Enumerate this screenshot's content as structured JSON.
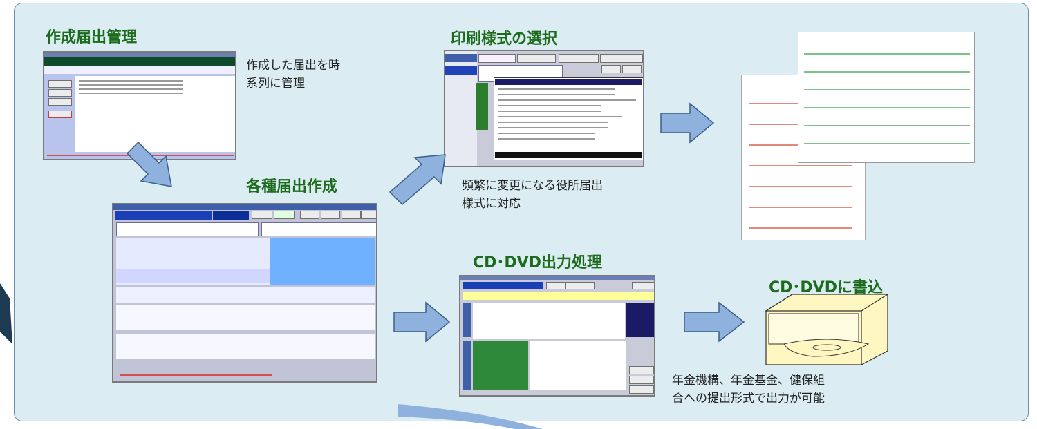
{
  "headings": {
    "management": "作成届出管理",
    "creation": "各種届出作成",
    "print_select": "印刷様式の選択",
    "cd_process": "CD･DVD出力処理",
    "cd_write": "CD･DVDに書込"
  },
  "captions": {
    "management": "作成した届出を時\n系列に管理",
    "print_select": "頻繁に変更になる役所届出\n様式に対応",
    "cd_write": "年金機構、年金基金、健保組\n合への提出形式で出力が可能"
  },
  "colors": {
    "panel_bg": "#dbedf2",
    "heading_green": "#1d6b1d",
    "arrow_fill": "#8fb1de",
    "arrow_stroke": "#3d5f8a",
    "drive_fill": "#fff7c2"
  },
  "icons": [
    "arrow-right-icon",
    "arrow-down-right-icon",
    "arrow-up-right-icon",
    "dvd-drive-icon"
  ]
}
